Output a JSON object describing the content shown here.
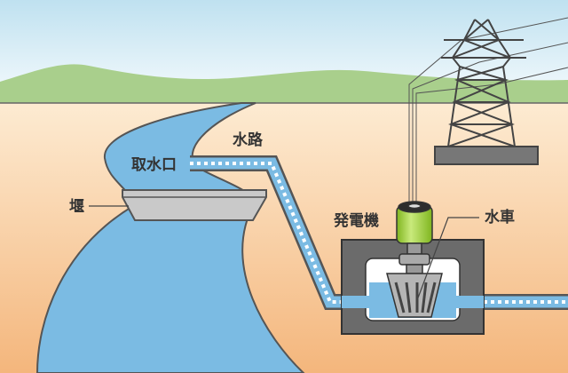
{
  "labels": {
    "channel": "水路",
    "intake": "取水口",
    "weir": "堰",
    "generator": "発電機",
    "turbine": "水車"
  },
  "colors": {
    "water": "#7bbbe3",
    "outline": "#555555",
    "generator": "#9fd33c",
    "hills": "#a9cf8c"
  }
}
